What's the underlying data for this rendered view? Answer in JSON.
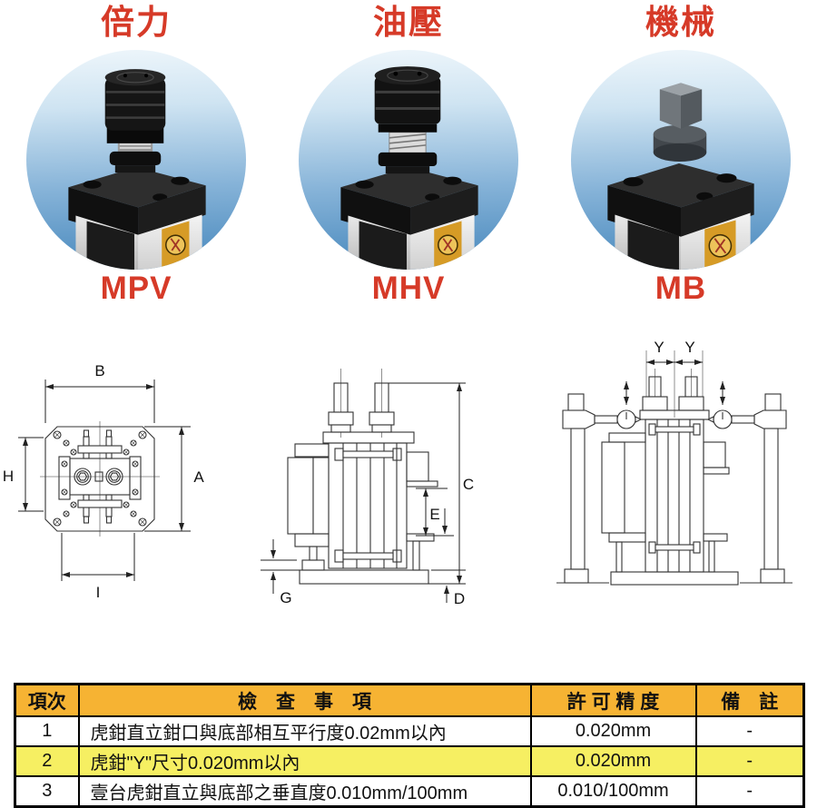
{
  "colors": {
    "accent-red": "#d63a28",
    "photo-blue-bottom": "#4687bc",
    "table-header-bg": "#f6b333",
    "row-highlight-bg": "#f6ef62",
    "drawing-line": "#333333",
    "label-gold": "#d69b26"
  },
  "products": [
    {
      "type_label": "倍力",
      "model": "MPV"
    },
    {
      "type_label": "油壓",
      "model": "MHV"
    },
    {
      "type_label": "機械",
      "model": "MB"
    }
  ],
  "drawings": {
    "top_view": {
      "dims": {
        "top": "B",
        "left": "H",
        "right": "A",
        "bottom": "I"
      }
    },
    "side_view": {
      "dims": {
        "height": "C",
        "mid": "E",
        "bottom_left": "G",
        "base": "D"
      }
    },
    "gauge_view": {
      "dims": {
        "left": "Y",
        "right": "Y"
      }
    }
  },
  "table": {
    "headers": [
      "項次",
      "檢　查　事　項",
      "許 可 精 度",
      "備　註"
    ],
    "rows": [
      {
        "no": "1",
        "item": "虎鉗直立鉗口與底部相互平行度0.02mm以內",
        "tolerance": "0.020mm",
        "remark": "-"
      },
      {
        "no": "2",
        "item": "虎鉗\"Y\"尺寸0.020mm以內",
        "tolerance": "0.020mm",
        "remark": "-"
      },
      {
        "no": "3",
        "item": "壹台虎鉗直立與底部之垂直度0.010mm/100mm",
        "tolerance": "0.010/100mm",
        "remark": "-"
      }
    ]
  }
}
